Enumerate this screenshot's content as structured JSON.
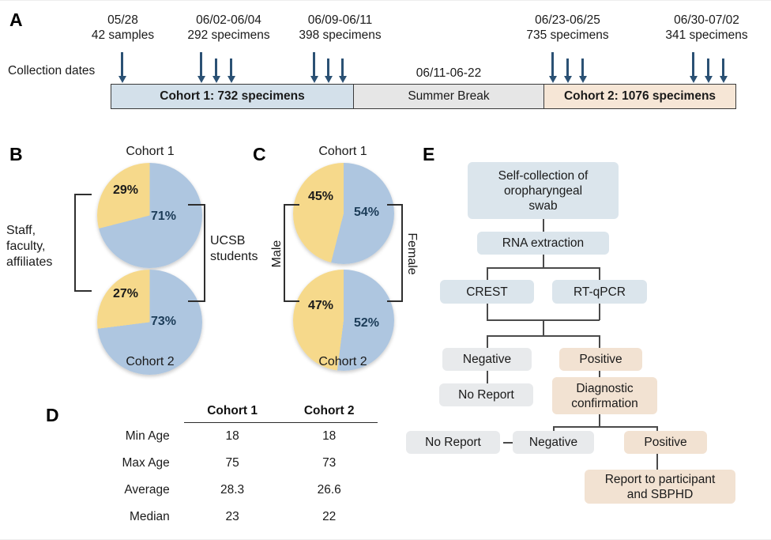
{
  "figure": {
    "panels": [
      "A",
      "B",
      "C",
      "D",
      "E"
    ]
  },
  "panelA": {
    "letter": "A",
    "axis_label": "Collection dates",
    "events": [
      {
        "dates": "05/28",
        "count": "42 samples"
      },
      {
        "dates": "06/02-06/04",
        "count": "292 specimens"
      },
      {
        "dates": "06/09-06/11",
        "count": "398 specimens"
      },
      {
        "dates": "06/23-06/25",
        "count": "735 specimens"
      },
      {
        "dates": "06/30-07/02",
        "count": "341 specimens"
      }
    ],
    "break_dates": "06/11-06-22",
    "segments": [
      {
        "label": "Cohort 1: 732 specimens",
        "color": "#d3e0ea"
      },
      {
        "label": "Summer Break",
        "color": "#e6e6e6"
      },
      {
        "label": "Cohort 2: 1076 specimens",
        "color": "#f6e6d6"
      }
    ],
    "arrow_color": "#2b5174"
  },
  "panelB": {
    "letter": "B",
    "left_label": "Staff,\nfaculty,\naffiliates",
    "right_label": "UCSB\nstudents",
    "top_title": "Cohort 1",
    "bottom_title": "Cohort 2",
    "colors": {
      "blue": "#aec6e0",
      "yellow": "#f6d98b"
    },
    "pies": [
      {
        "title": "Cohort 1",
        "yellow_pct": "29%",
        "blue_pct": "71%",
        "yellow_value": 29,
        "blue_value": 71
      },
      {
        "title": "Cohort 2",
        "yellow_pct": "27%",
        "blue_pct": "73%",
        "yellow_value": 27,
        "blue_value": 73
      }
    ]
  },
  "panelC": {
    "letter": "C",
    "left_label": "Male",
    "right_label": "Female",
    "top_title": "Cohort 1",
    "bottom_title": "Cohort 2",
    "colors": {
      "blue": "#aec6e0",
      "yellow": "#f6d98b"
    },
    "pies": [
      {
        "title": "Cohort 1",
        "yellow_pct": "45%",
        "blue_pct": "54%",
        "yellow_value": 45,
        "blue_value": 54
      },
      {
        "title": "Cohort 2",
        "yellow_pct": "47%",
        "blue_pct": "52%",
        "yellow_value": 47,
        "blue_value": 52
      }
    ]
  },
  "panelD": {
    "letter": "D",
    "columns": [
      "",
      "Cohort 1",
      "Cohort 2"
    ],
    "rows": [
      {
        "label": "Min Age",
        "cohort1": "18",
        "cohort2": "18"
      },
      {
        "label": "Max Age",
        "cohort1": "75",
        "cohort2": "73"
      },
      {
        "label": "Average",
        "cohort1": "28.3",
        "cohort2": "26.6"
      },
      {
        "label": "Median",
        "cohort1": "23",
        "cohort2": "22"
      }
    ]
  },
  "panelE": {
    "letter": "E",
    "colors": {
      "blue": "#dbe5ec",
      "grey": "#e8eaec",
      "tan": "#f2e2d2"
    },
    "nodes": [
      {
        "id": "swab",
        "label": "Self-collection of\noropharyngeal\nswab",
        "style": "blue"
      },
      {
        "id": "rna",
        "label": "RNA extraction",
        "style": "blue"
      },
      {
        "id": "crest",
        "label": "CREST",
        "style": "blue"
      },
      {
        "id": "rtqpcr",
        "label": "RT-qPCR",
        "style": "blue"
      },
      {
        "id": "neg1",
        "label": "Negative",
        "style": "grey"
      },
      {
        "id": "pos1",
        "label": "Positive",
        "style": "tan"
      },
      {
        "id": "noreport1",
        "label": "No Report",
        "style": "grey"
      },
      {
        "id": "diagconf",
        "label": "Diagnostic\nconfirmation",
        "style": "tan"
      },
      {
        "id": "noreport2",
        "label": "No Report",
        "style": "grey"
      },
      {
        "id": "neg2",
        "label": "Negative",
        "style": "grey"
      },
      {
        "id": "pos2",
        "label": "Positive",
        "style": "tan"
      },
      {
        "id": "report",
        "label": "Report to participant\nand SBPHD",
        "style": "tan"
      }
    ]
  }
}
